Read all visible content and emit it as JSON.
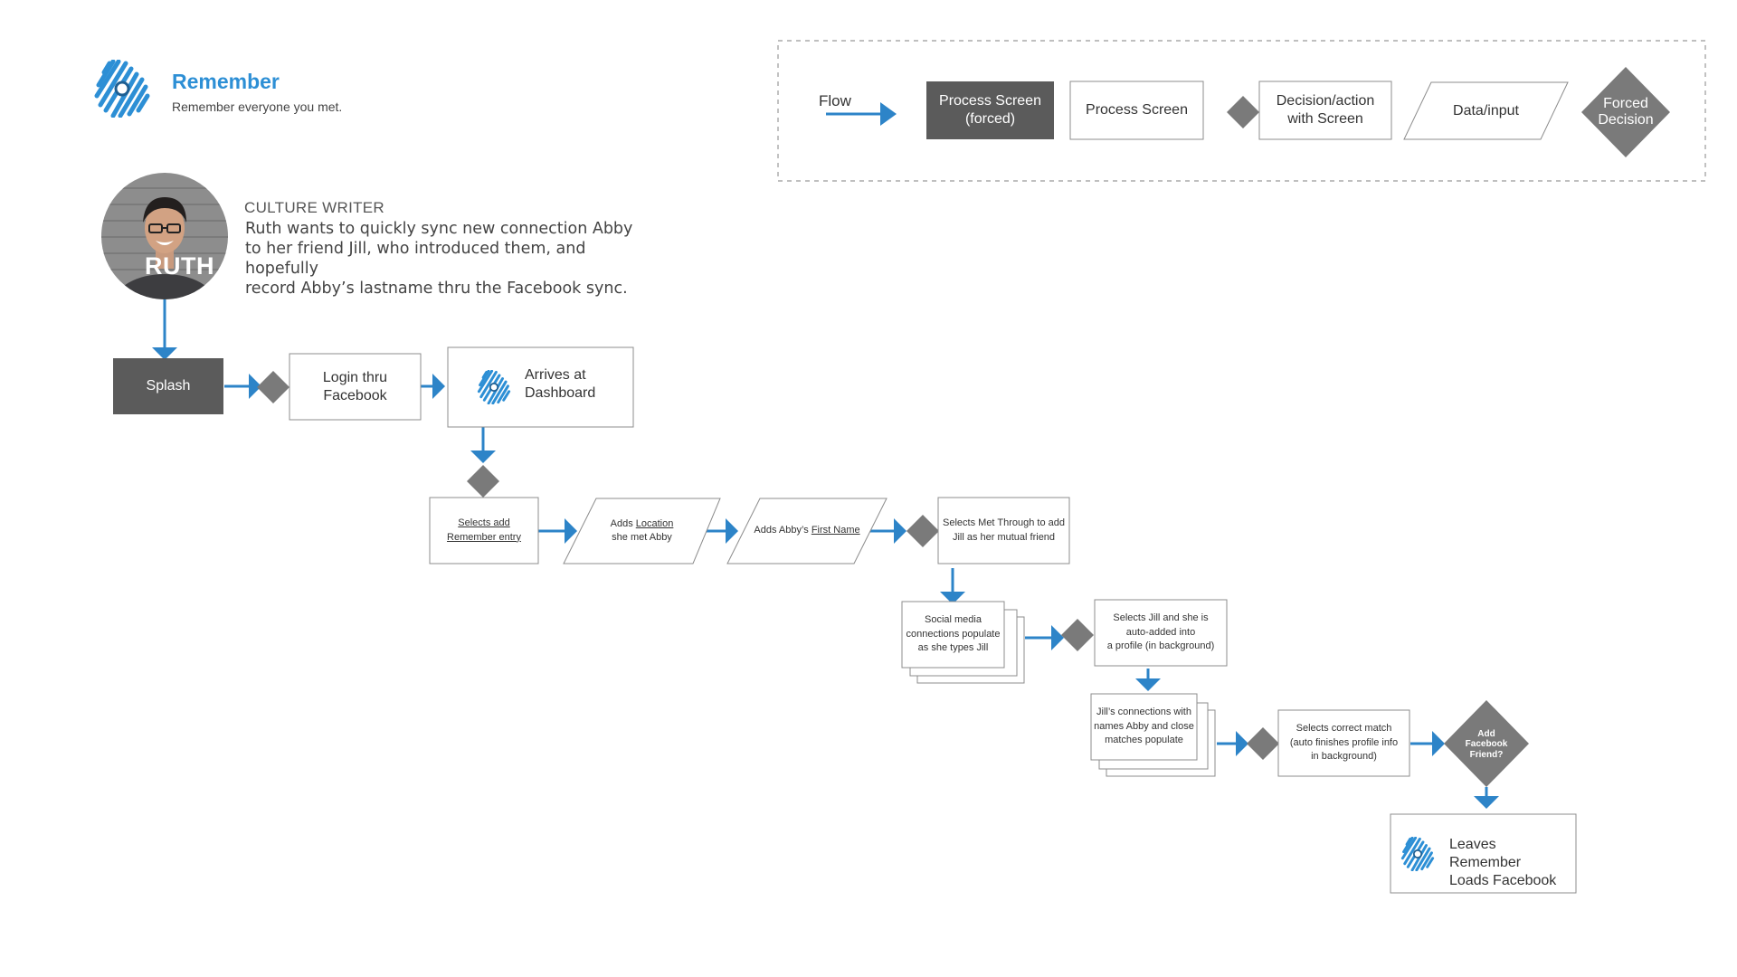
{
  "brand": {
    "name": "Remember",
    "tagline": "Remember everyone you met.",
    "accent_color": "#2d8fd5",
    "logo_icon": "remember-logo-icon"
  },
  "legend": {
    "flow": "Flow",
    "process_forced": [
      "Process Screen",
      "(forced)"
    ],
    "process_screen": "Process Screen",
    "decision_screen": [
      "Decision/action",
      "with Screen"
    ],
    "data_input": "Data/input",
    "forced_decision": [
      "Forced",
      "Decision"
    ]
  },
  "persona": {
    "avatar_name": "RUTH",
    "role": "CULTURE WRITER",
    "description_lines": [
      "Ruth wants to quickly sync new connection Abby",
      "to her friend Jill, who introduced them, and hopefully",
      "record Abby’s lastname thru the Facebook sync."
    ]
  },
  "flow": {
    "splash": "Splash",
    "login": [
      "Login thru",
      "Facebook"
    ],
    "dashboard": [
      "Arrives at",
      "Dashboard"
    ],
    "selects_add": [
      "Selects add",
      "Remember entry"
    ],
    "adds_location": {
      "pre": "Adds ",
      "link": "Location",
      "line2": "she met Abby"
    },
    "adds_first_name": {
      "pre": "Adds Abby’s ",
      "link": "First Name"
    },
    "selects_met_through": {
      "pre": "Selects ",
      "link": "Met Through",
      "post": " to add",
      "line2": "Jill as her mutual friend"
    },
    "social_media": [
      "Social media",
      "connections populate",
      "as she types Jill"
    ],
    "selects_jill": [
      "Selects Jill and she is",
      "auto-added into",
      "a profile (in background)"
    ],
    "jills_connections": [
      "Jill’s connections with",
      "names Abby and close",
      "matches populate"
    ],
    "selects_match": [
      "Selects correct match",
      "(auto finishes profile info",
      "in background)"
    ],
    "add_facebook_friend": [
      "Add",
      "Facebook",
      "Friend?"
    ],
    "leaves_remember": [
      "Leaves Remember",
      "Loads Facebook"
    ]
  },
  "colors": {
    "arrow": "#2d84c8",
    "dark_fill": "#5b5b5b",
    "diamond": "#7a7a7a",
    "border": "#8c8c8c"
  }
}
